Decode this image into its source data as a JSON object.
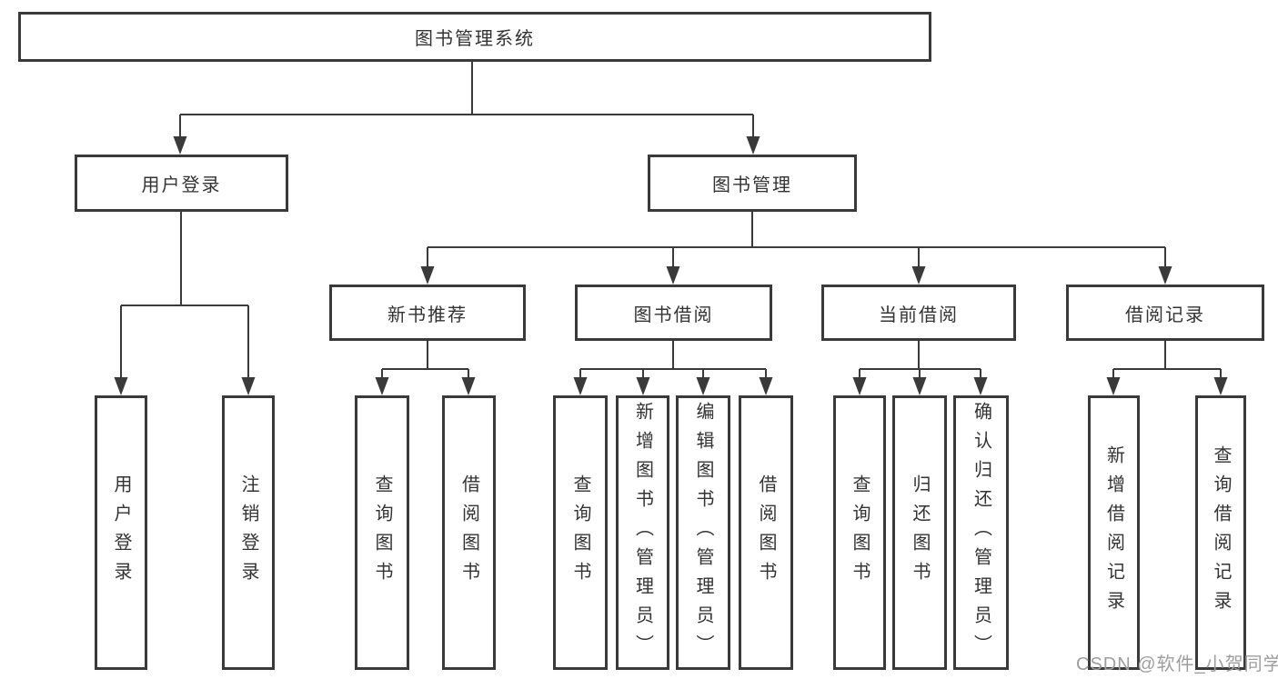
{
  "diagram": {
    "type": "hierarchy-tree",
    "root": {
      "label": "图书管理系统",
      "children": [
        {
          "label": "用户登录",
          "children": [
            {
              "label": "用户登录"
            },
            {
              "label": "注销登录"
            }
          ]
        },
        {
          "label": "图书管理",
          "children": [
            {
              "label": "新书推荐",
              "children": [
                {
                  "label": "查询图书"
                },
                {
                  "label": "借阅图书"
                }
              ]
            },
            {
              "label": "图书借阅",
              "children": [
                {
                  "label": "查询图书"
                },
                {
                  "label": "新增图书（管理员）"
                },
                {
                  "label": "编辑图书（管理员）"
                },
                {
                  "label": "借阅图书"
                }
              ]
            },
            {
              "label": "当前借阅",
              "children": [
                {
                  "label": "查询图书"
                },
                {
                  "label": "归还图书"
                },
                {
                  "label": "确认归还（管理员）"
                }
              ]
            },
            {
              "label": "借阅记录",
              "children": [
                {
                  "label": "新增借阅记录"
                },
                {
                  "label": "查询借阅记录"
                }
              ]
            }
          ]
        }
      ]
    }
  },
  "watermark": "CSDN @软件_小贺同学",
  "colors": {
    "line": "#3a3a3a",
    "box_border": "#3a3a3a",
    "text": "#333333",
    "watermark": "#9e9e9e",
    "background": "#ffffff"
  }
}
